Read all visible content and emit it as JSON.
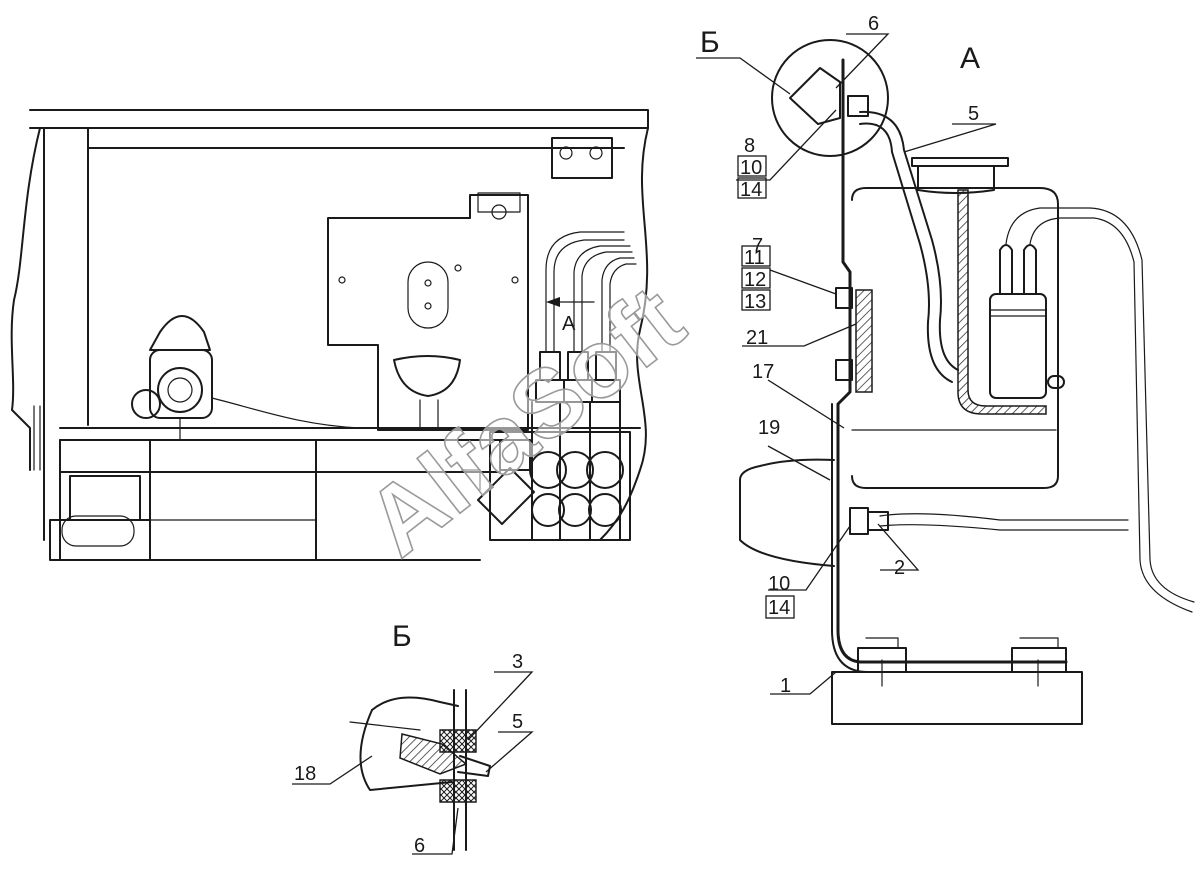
{
  "views": {
    "view_a_label": "А",
    "view_b_label": "Б",
    "view_b_marker": "Б",
    "arrow_a_label": "А"
  },
  "callouts_view_a": {
    "c6": "6",
    "c8": "8",
    "c10_top": "10",
    "c14_top": "14",
    "c5": "5",
    "c7": "7",
    "c11": "11",
    "c12": "12",
    "c13": "13",
    "c21": "21",
    "c17": "17",
    "c19": "19",
    "c2": "2",
    "c10_bottom": "10",
    "c14_bottom": "14",
    "c1": "1"
  },
  "callouts_view_b": {
    "c3": "3",
    "c5": "5",
    "c18": "18",
    "c6": "6"
  },
  "watermark": "AlfaSoft"
}
